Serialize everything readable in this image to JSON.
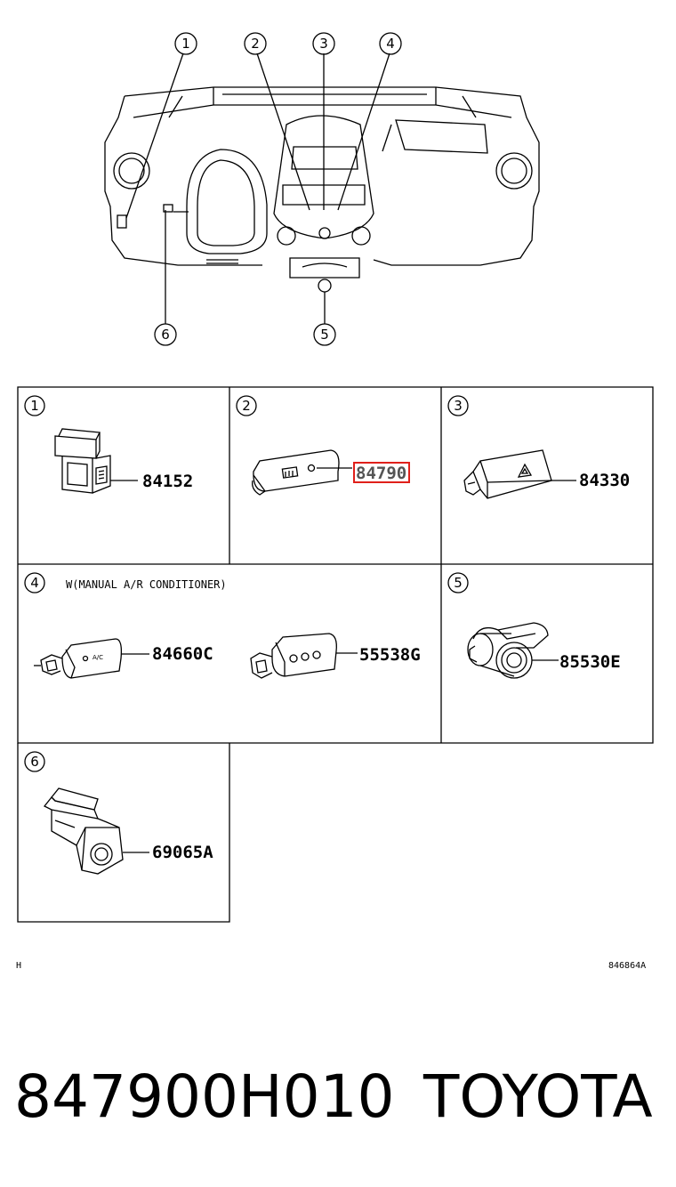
{
  "overview": {
    "callouts": [
      "1",
      "2",
      "3",
      "4",
      "5",
      "6"
    ]
  },
  "cells": [
    {
      "num": "1",
      "parts": [
        {
          "part": "84152"
        }
      ]
    },
    {
      "num": "2",
      "parts": [
        {
          "part": "84790"
        }
      ],
      "highlight_color": "#e0201a"
    },
    {
      "num": "3",
      "parts": [
        {
          "part": "84330"
        }
      ]
    },
    {
      "num": "4",
      "note": "W(MANUAL A/R CONDITIONER)",
      "parts": [
        {
          "part": "84660C"
        },
        {
          "part": "55538G"
        }
      ]
    },
    {
      "num": "5",
      "parts": [
        {
          "part": "85530E"
        }
      ]
    },
    {
      "num": "6",
      "parts": [
        {
          "part": "69065A"
        }
      ]
    }
  ],
  "switch_labels": {
    "ac": "A/C"
  },
  "footer": {
    "left_code": "H",
    "right_code": "846864A",
    "part_number": "847900H010",
    "brand": "TOYOTA"
  }
}
